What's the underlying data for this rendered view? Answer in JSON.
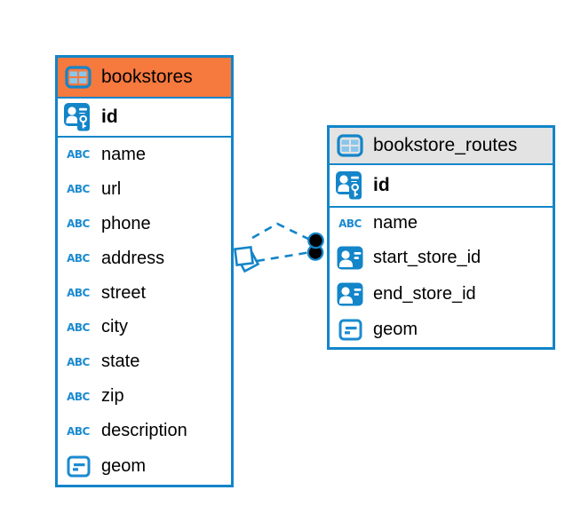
{
  "colors": {
    "accent_blue": "#1385c9",
    "icon_cell_blue": "#8ac6ec",
    "header_selected_orange": "#f6793e",
    "header_gray": "#e3e3e3",
    "text": "#000000",
    "endpoint_dot": "#000000"
  },
  "icons": {
    "text_type_glyph": "ABC"
  },
  "tables": [
    {
      "name": "bookstores",
      "header_style": "selected-orange",
      "primary_key": {
        "label": "id"
      },
      "columns": [
        {
          "label": "name",
          "type": "text"
        },
        {
          "label": "url",
          "type": "text"
        },
        {
          "label": "phone",
          "type": "text"
        },
        {
          "label": "address",
          "type": "text"
        },
        {
          "label": "street",
          "type": "text"
        },
        {
          "label": "city",
          "type": "text"
        },
        {
          "label": "state",
          "type": "text"
        },
        {
          "label": "zip",
          "type": "text"
        },
        {
          "label": "description",
          "type": "text"
        },
        {
          "label": "geom",
          "type": "geometry"
        }
      ]
    },
    {
      "name": "bookstore_routes",
      "header_style": "gray",
      "primary_key": {
        "label": "id"
      },
      "columns": [
        {
          "label": "name",
          "type": "text"
        },
        {
          "label": "start_store_id",
          "type": "reference"
        },
        {
          "label": "end_store_id",
          "type": "reference"
        },
        {
          "label": "geom",
          "type": "geometry"
        }
      ]
    }
  ],
  "relationships": [
    {
      "from_table": "bookstore_routes",
      "to_table": "bookstores",
      "line_style": "dashed"
    },
    {
      "from_table": "bookstore_routes",
      "to_table": "bookstores",
      "line_style": "dashed"
    }
  ]
}
